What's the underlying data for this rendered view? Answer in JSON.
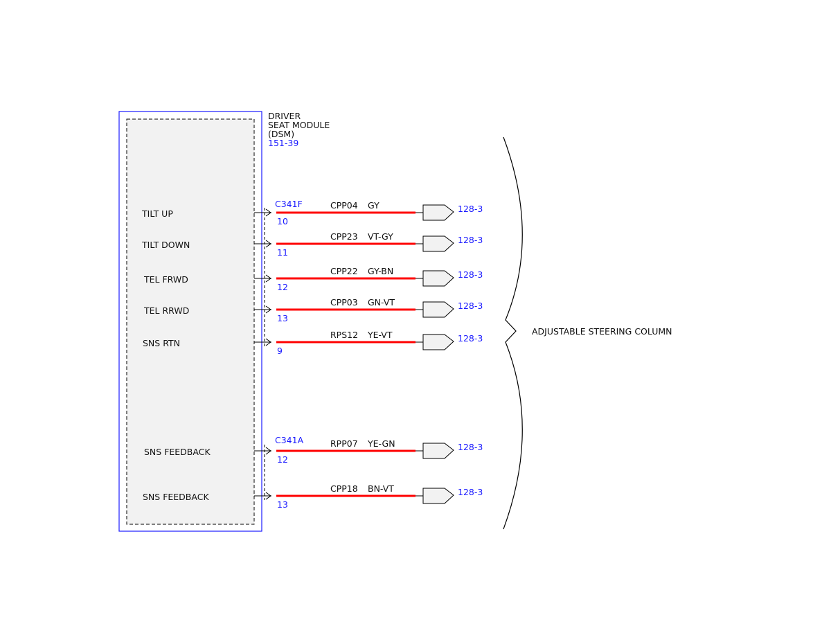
{
  "colors": {
    "wire": "#ff0000",
    "module_border": "#1a1aff",
    "reference_text": "#1a1aff",
    "module_fill": "#f2f2f2",
    "text": "#111111"
  },
  "module": {
    "name_line1": "DRIVER",
    "name_line2": "SEAT MODULE",
    "name_line3": "(DSM)",
    "ref": "151-39"
  },
  "connectors": [
    {
      "id": "C341F"
    },
    {
      "id": "C341A"
    }
  ],
  "component": {
    "name": "ADJUSTABLE STEERING COLUMN"
  },
  "circuits": [
    {
      "function": "TILT UP",
      "pin": "10",
      "circuit": "CPP04",
      "color": "GY",
      "ref": "128-3"
    },
    {
      "function": "TILT DOWN",
      "pin": "11",
      "circuit": "CPP23",
      "color": "VT-GY",
      "ref": "128-3"
    },
    {
      "function": "TEL FRWD",
      "pin": "12",
      "circuit": "CPP22",
      "color": "GY-BN",
      "ref": "128-3"
    },
    {
      "function": "TEL RRWD",
      "pin": "13",
      "circuit": "CPP03",
      "color": "GN-VT",
      "ref": "128-3"
    },
    {
      "function": "SNS RTN",
      "pin": "9",
      "circuit": "RPS12",
      "color": "YE-VT",
      "ref": "128-3"
    },
    {
      "function": "SNS FEEDBACK",
      "pin": "12",
      "circuit": "RPP07",
      "color": "YE-GN",
      "ref": "128-3"
    },
    {
      "function": "SNS FEEDBACK",
      "pin": "13",
      "circuit": "CPP18",
      "color": "BN-VT",
      "ref": "128-3"
    }
  ]
}
